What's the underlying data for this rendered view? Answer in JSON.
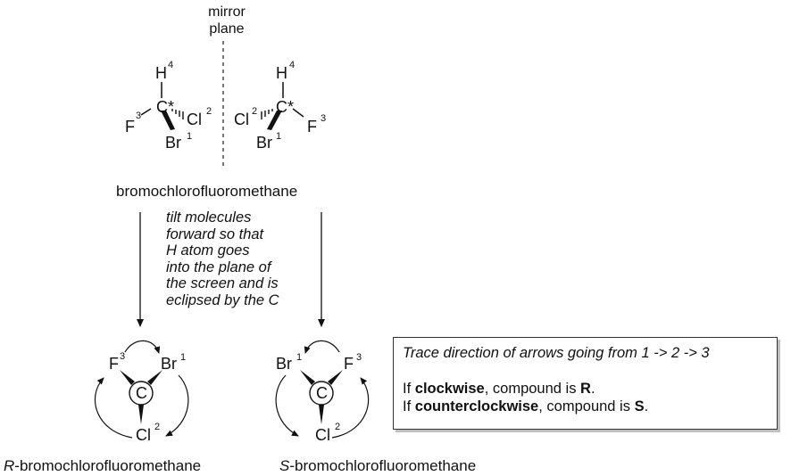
{
  "mirror": {
    "line1": "mirror",
    "line2": "plane"
  },
  "compound_name": "bromochlorofluoromethane",
  "molecule_left": {
    "h": "H",
    "h_rank": "4",
    "c": "C*",
    "f": "F",
    "f_rank": "3",
    "cl": "Cl",
    "cl_rank": "2",
    "br": "Br",
    "br_rank": "1"
  },
  "molecule_right": {
    "h": "H",
    "h_rank": "4",
    "c": "C*",
    "f": "F",
    "f_rank": "3",
    "cl": "Cl",
    "cl_rank": "2",
    "br": "Br",
    "br_rank": "1"
  },
  "tilt_note": [
    "tilt molecules",
    "forward so that",
    "H atom goes",
    "into the plane of",
    "the screen and is",
    "eclipsed by the C"
  ],
  "newman_left": {
    "center": "C",
    "f": "F",
    "f_rank": "3",
    "br": "Br",
    "br_rank": "1",
    "cl": "Cl",
    "cl_rank": "2",
    "caption_prefix": "R",
    "caption_rest": "-bromochlorofluoromethane"
  },
  "newman_right": {
    "center": "C",
    "br": "Br",
    "br_rank": "1",
    "f": "F",
    "f_rank": "3",
    "cl": "Cl",
    "cl_rank": "2",
    "caption_prefix": "S",
    "caption_rest": "-bromochlorofluoromethane"
  },
  "info_box": {
    "line1": "Trace direction of arrows going from 1 -> 2 -> 3",
    "line2_pre": "If ",
    "line2_bold": "clockwise",
    "line2_mid": ", compound is ",
    "line2_end_bold": "R",
    "line2_end": ".",
    "line3_pre": "If ",
    "line3_bold": "counterclockwise",
    "line3_mid": ", compound is ",
    "line3_end_bold": "S",
    "line3_end": "."
  }
}
